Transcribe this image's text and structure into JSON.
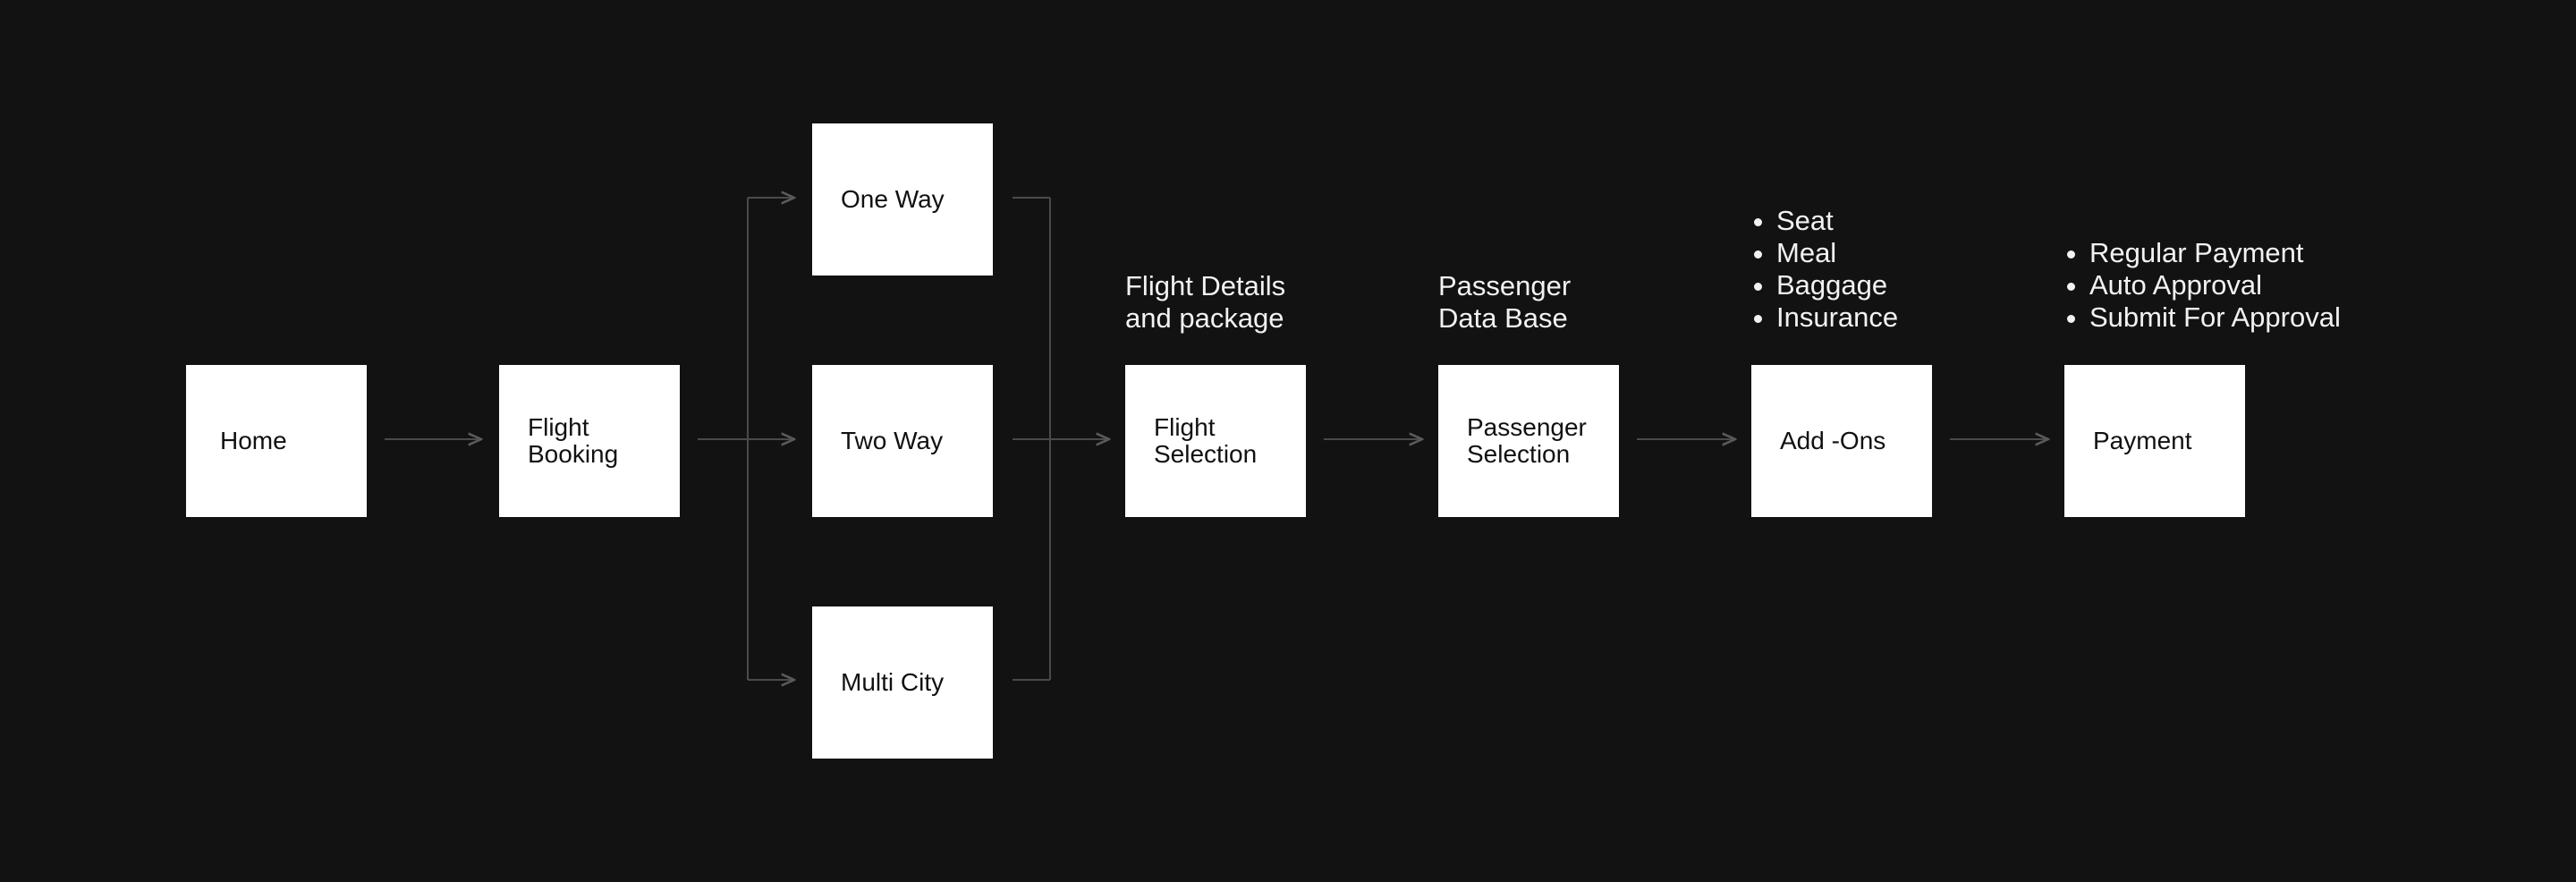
{
  "colors": {
    "background": "#121212",
    "node_fill": "#ffffff",
    "node_text": "#111111",
    "connector": "#4a4a4a",
    "note_text": "#f2f2f2"
  },
  "nodes": {
    "home": "Home",
    "flight_booking": "Flight\nBooking",
    "one_way": "One Way",
    "two_way": "Two Way",
    "multi_city": "Multi City",
    "flight_selection": "Flight\nSelection",
    "passenger_selection": "Passenger\nSelection",
    "add_ons": "Add -Ons",
    "payment": "Payment"
  },
  "notes": {
    "flight_selection": "Flight Details\nand package",
    "passenger_selection": "Passenger\nData Base"
  },
  "add_on_options": [
    "Seat",
    "Meal",
    "Baggage",
    "Insurance"
  ],
  "payment_options": [
    "Regular Payment",
    "Auto Approval",
    "Submit For Approval"
  ]
}
